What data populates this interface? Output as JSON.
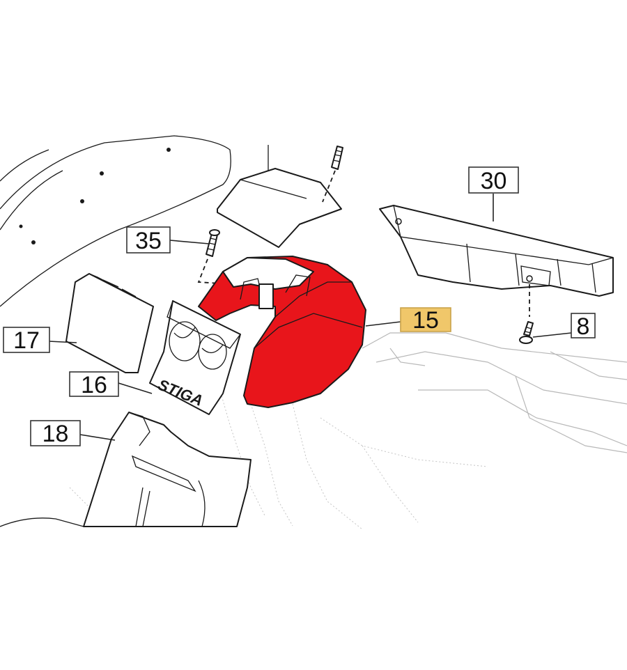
{
  "diagram": {
    "highlight_color": "#f0c76a",
    "part_color": "#e8151b",
    "callouts": [
      {
        "id": "c30",
        "label": "30",
        "highlighted": false
      },
      {
        "id": "c35",
        "label": "35",
        "highlighted": false
      },
      {
        "id": "c15",
        "label": "15",
        "highlighted": true
      },
      {
        "id": "c8",
        "label": "8",
        "highlighted": false
      },
      {
        "id": "c17",
        "label": "17",
        "highlighted": false
      },
      {
        "id": "c16",
        "label": "16",
        "highlighted": false
      },
      {
        "id": "c18",
        "label": "18",
        "highlighted": false
      }
    ],
    "brand_mark": "STIGA"
  }
}
